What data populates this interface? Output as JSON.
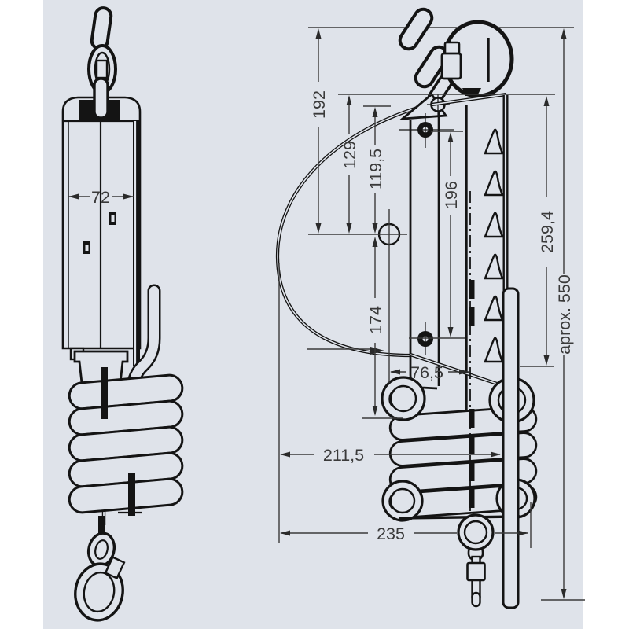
{
  "document": {
    "type": "technical-dimension-drawing",
    "subject": "spring balancer with coiled cable, chain suspension, carabiner and snap hook",
    "views": [
      "front-view",
      "side-view"
    ]
  },
  "colors": {
    "background_panel": "#dfe3ea",
    "margin": "#ffffff",
    "line": "#141414",
    "dimension_text": "#3a3a3a"
  },
  "dims": {
    "d72": "72",
    "d192": "192",
    "d129": "129",
    "d119_5": "119,5",
    "d196": "196",
    "d174": "174",
    "d76_5": "76,5",
    "d259_4": "259,4",
    "d550": "aprox. 550",
    "d211_5": "211,5",
    "d235": "235"
  }
}
